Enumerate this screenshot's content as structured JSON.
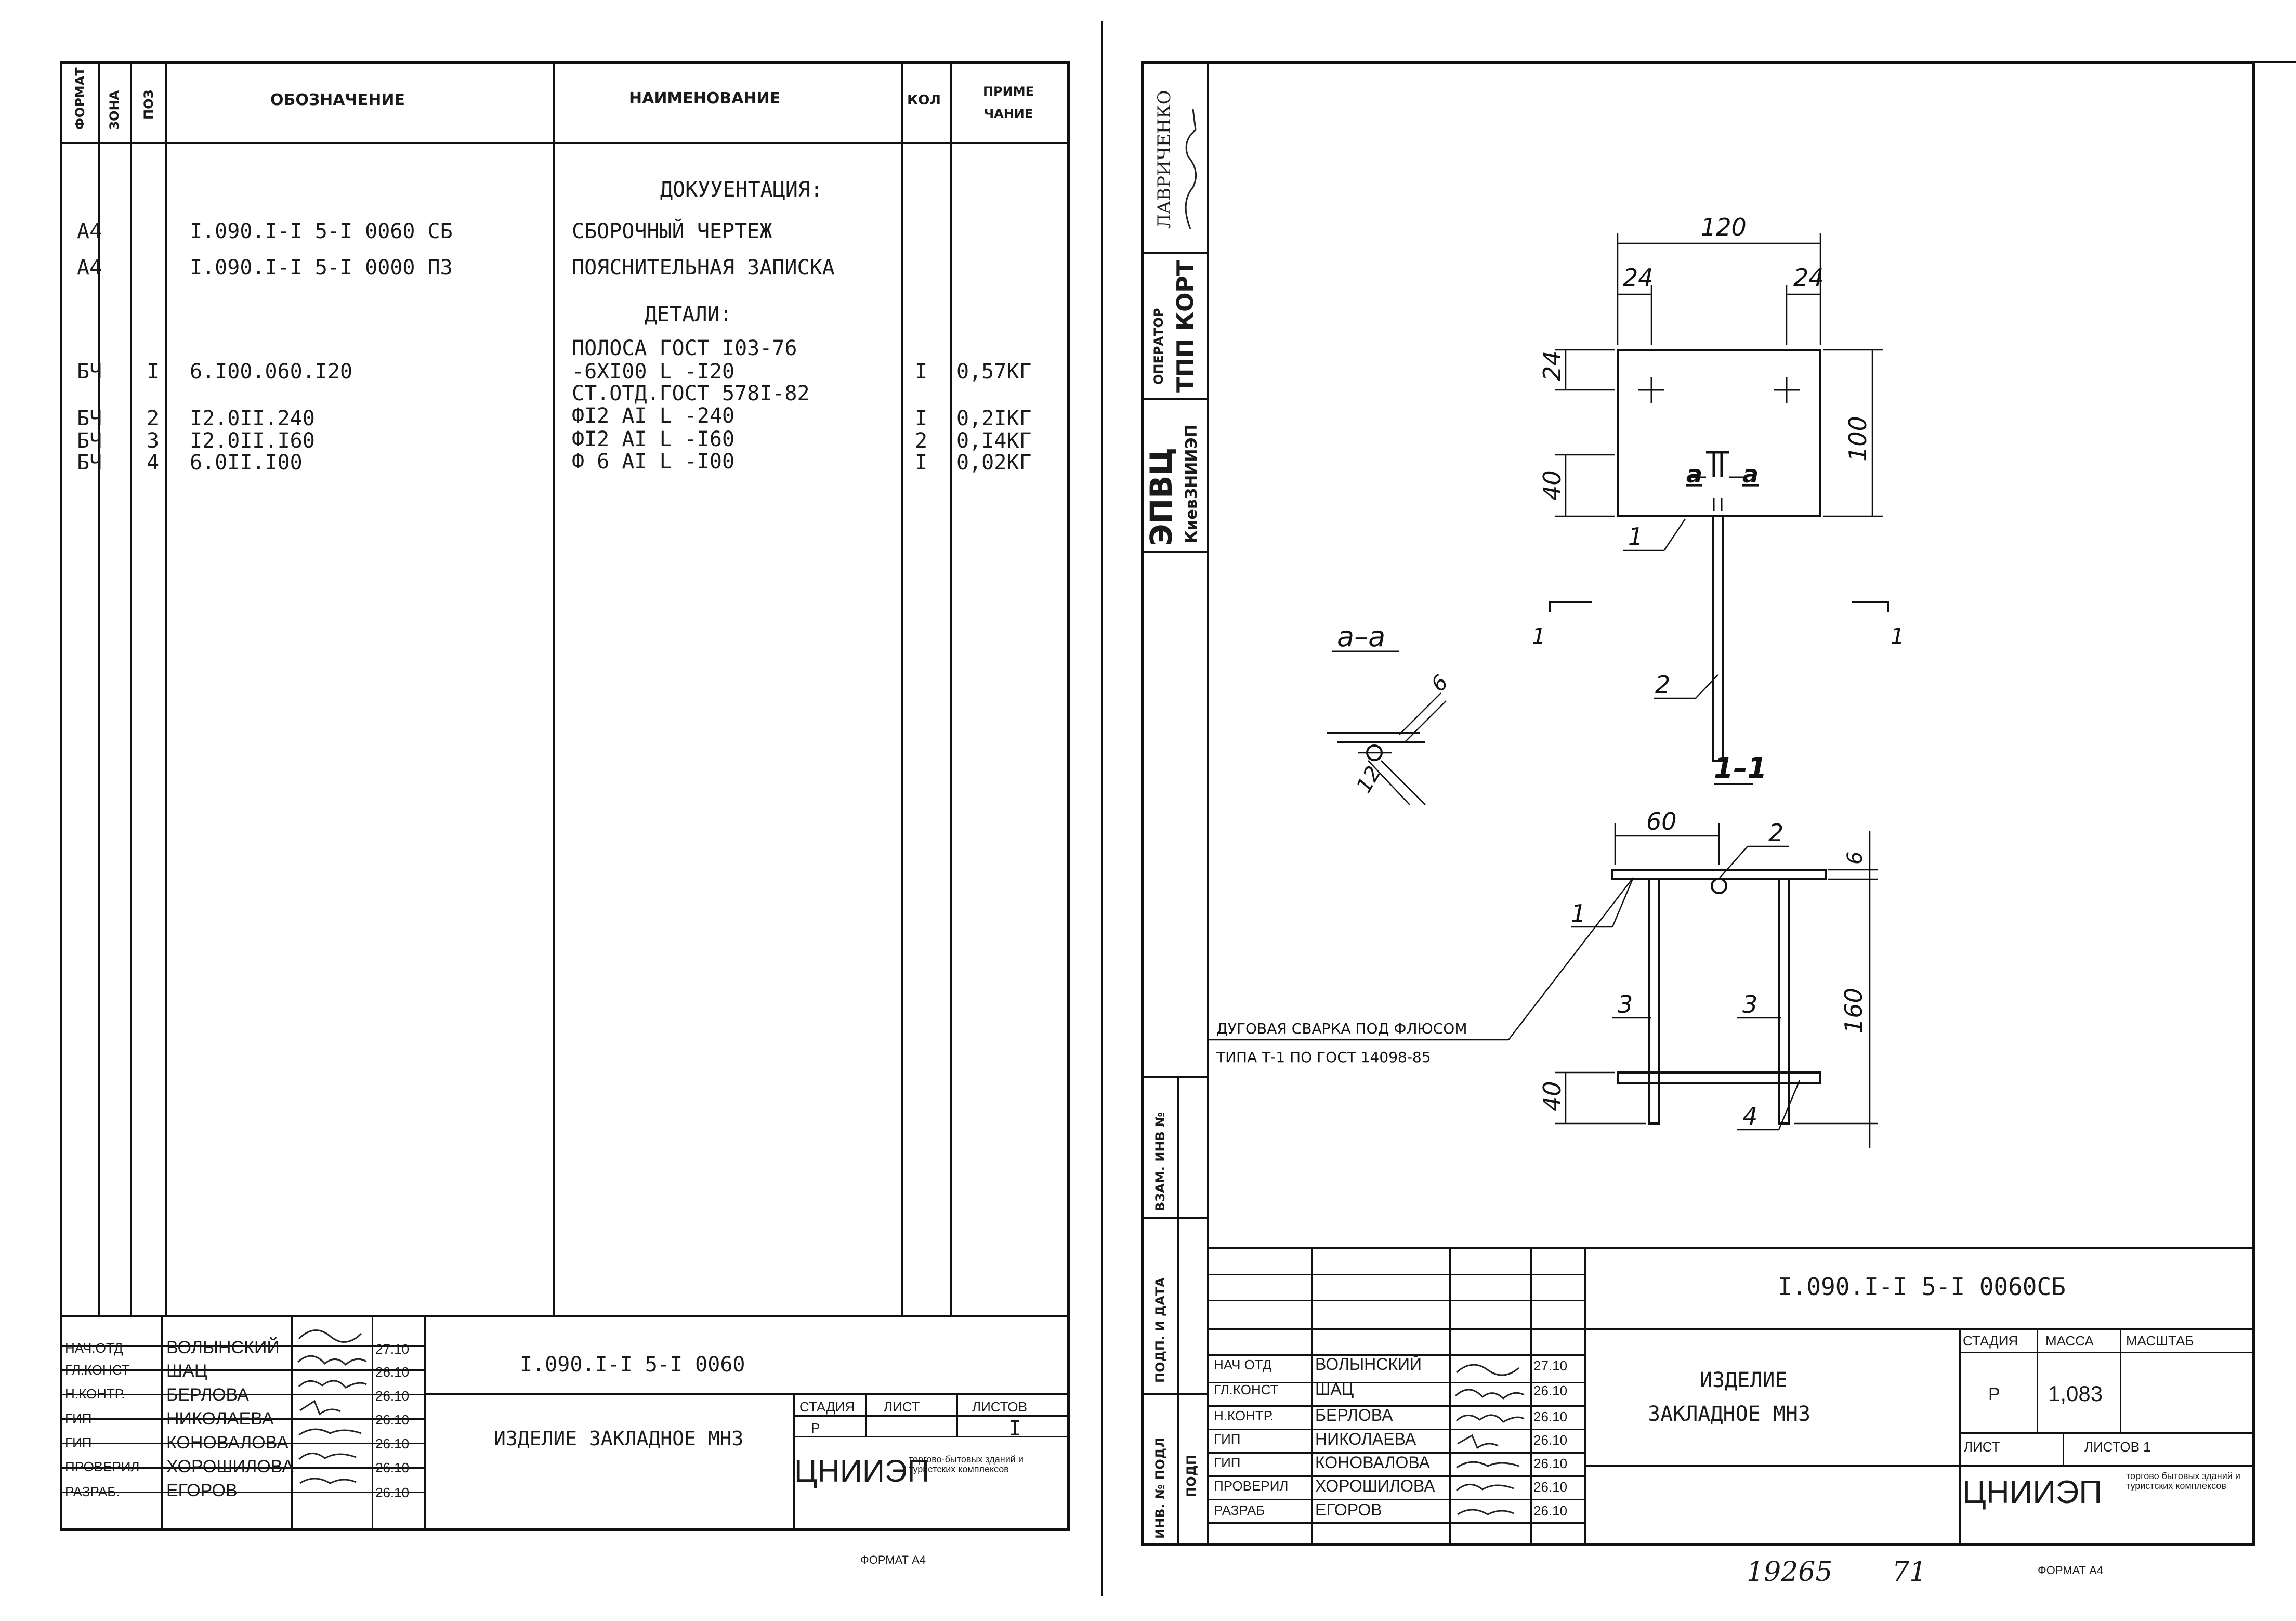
{
  "left_sheet": {
    "headers": {
      "format": "ФОРМАТ",
      "zone": "ЗОНА",
      "pos": "ПОЗ",
      "designation": "ОБОЗНАЧЕНИЕ",
      "name": "НАИМЕНОВАНИЕ",
      "qty": "КОЛ",
      "note": "ПРИМЕ ЧАНИЕ"
    },
    "section_docs": "ДОКУУЕНТАЦИЯ:",
    "section_parts": "ДЕТАЛИ:",
    "rows": [
      {
        "format": "А4",
        "pos": "",
        "designation": "I.090.I-I 5-I 0060 СБ",
        "name": "СБОРОЧНЫЙ ЧЕРТЕЖ",
        "qty": "",
        "note": ""
      },
      {
        "format": "А4",
        "pos": "",
        "designation": "I.090.I-I 5-I 0000 ПЗ",
        "name": "ПОЯСНИТЕЛЬНАЯ ЗАПИСКА",
        "qty": "",
        "note": ""
      },
      {
        "format": "БЧ",
        "pos": "I",
        "designation": "6.I00.060.I20",
        "name": "ПОЛОСА ГОСТ I03-76",
        "name2": "-6XI00 L -I20",
        "name3": "СТ.ОТД.ГОСТ 578I-82",
        "qty": "I",
        "note": "0,57КГ"
      },
      {
        "format": "БЧ",
        "pos": "2",
        "designation": "I2.0II.240",
        "name": "ФI2 AI  L -240",
        "qty": "I",
        "note": "0,2IКГ"
      },
      {
        "format": "БЧ",
        "pos": "3",
        "designation": "I2.0II.I60",
        "name": "ФI2 AI  L -I60",
        "qty": "2",
        "note": "0,I4КГ"
      },
      {
        "format": "БЧ",
        "pos": "4",
        "designation": "6.0II.I00",
        "name": "Ф 6 AI  L -I00",
        "qty": "I",
        "note": "0,02КГ"
      }
    ],
    "title_block": {
      "roles": [
        "НАЧ.ОТД",
        "ГЛ.КОНСТ",
        "Н.КОНТР.",
        "ГИП",
        "ГИП",
        "ПРОВЕРИЛ",
        "РАЗРАБ."
      ],
      "names": [
        "ВОЛЫНСКИЙ",
        "ШАЦ",
        "БЕРЛОВА",
        "НИКОЛАЕВА",
        "КОНОВАЛОВА",
        "ХОРОШИЛОВА",
        "ЕГОРОВ"
      ],
      "dates": [
        "27.10",
        "26.10",
        "26.10",
        "26.10",
        "26.10",
        "26.10",
        "26.10"
      ],
      "code": "I.090.I-I 5-I 0060",
      "title": "ИЗДЕЛИЕ ЗАКЛАДНОЕ МН3",
      "stage_label": "СТАДИЯ",
      "sheet_label": "ЛИСТ",
      "sheets_label": "ЛИСТОВ",
      "stage": "Р",
      "sheets": "I",
      "org": "ЦНИИЭП",
      "org_desc": "торгово-бытовых зданий и туристских комплексов"
    },
    "format_label": "ФОРМАТ А4"
  },
  "right_sheet": {
    "side_stamp": {
      "person": "ЛАВРИЧЕНКО",
      "operator_label": "ОПЕРАТОР",
      "operator": "ТПП КОРТ",
      "epvc": "ЭПВЦ",
      "institute": "КиевЗНИИЭП",
      "inv_swap": "ВЗАМ. ИНВ №",
      "sign_date": "ПОДП. И ДАТА",
      "sign": "ПОДП",
      "inv_no": "ИНВ. № ПОДЛ"
    },
    "drawing": {
      "plan_dims": [
        "120",
        "24",
        "24",
        "24",
        "40",
        "100"
      ],
      "plan_section_label": "а",
      "section_aa": "а–а",
      "aa_dims": [
        "6",
        "12"
      ],
      "section_11": "1–1",
      "cut_label": "1",
      "front_dims": [
        "60",
        "6",
        "160",
        "40"
      ],
      "positions": [
        "1",
        "2",
        "3",
        "3",
        "4"
      ],
      "weld_note_1": "ДУГОВАЯ СВАРКА ПОД ФЛЮСОМ",
      "weld_note_2": "ТИПА Т-1 ПО ГОСТ 14098-85"
    },
    "title_block": {
      "code": "I.090.I-I 5-I 0060СБ",
      "roles": [
        "НАЧ ОТД",
        "ГЛ.КОНСТ",
        "Н.КОНТР.",
        "ГИП",
        "ГИП",
        "ПРОВЕРИЛ",
        "РАЗРАБ"
      ],
      "names": [
        "ВОЛЫНСКИЙ",
        "ШАЦ",
        "БЕРЛОВА",
        "НИКОЛАЕВА",
        "КОНОВАЛОВА",
        "ХОРОШИЛОВА",
        "ЕГОРОВ"
      ],
      "dates": [
        "27.10",
        "26.10",
        "26.10",
        "26.10",
        "26.10",
        "26.10",
        "26.10"
      ],
      "title_1": "ИЗДЕЛИЕ",
      "title_2": "ЗАКЛАДНОЕ  МН3",
      "stage_label": "СТАДИЯ",
      "mass_label": "МАССА",
      "scale_label": "МАСШТАБ",
      "stage": "Р",
      "mass": "1,083",
      "sheet_label": "ЛИСТ",
      "sheets_label": "ЛИСТОВ 1",
      "org": "ЦНИИЭП",
      "org_desc": "торгово бытовых зданий и туристских комплексов"
    },
    "archive_no": "19265",
    "archive_no_2": "71",
    "format_label": "ФОРМАТ А4"
  }
}
